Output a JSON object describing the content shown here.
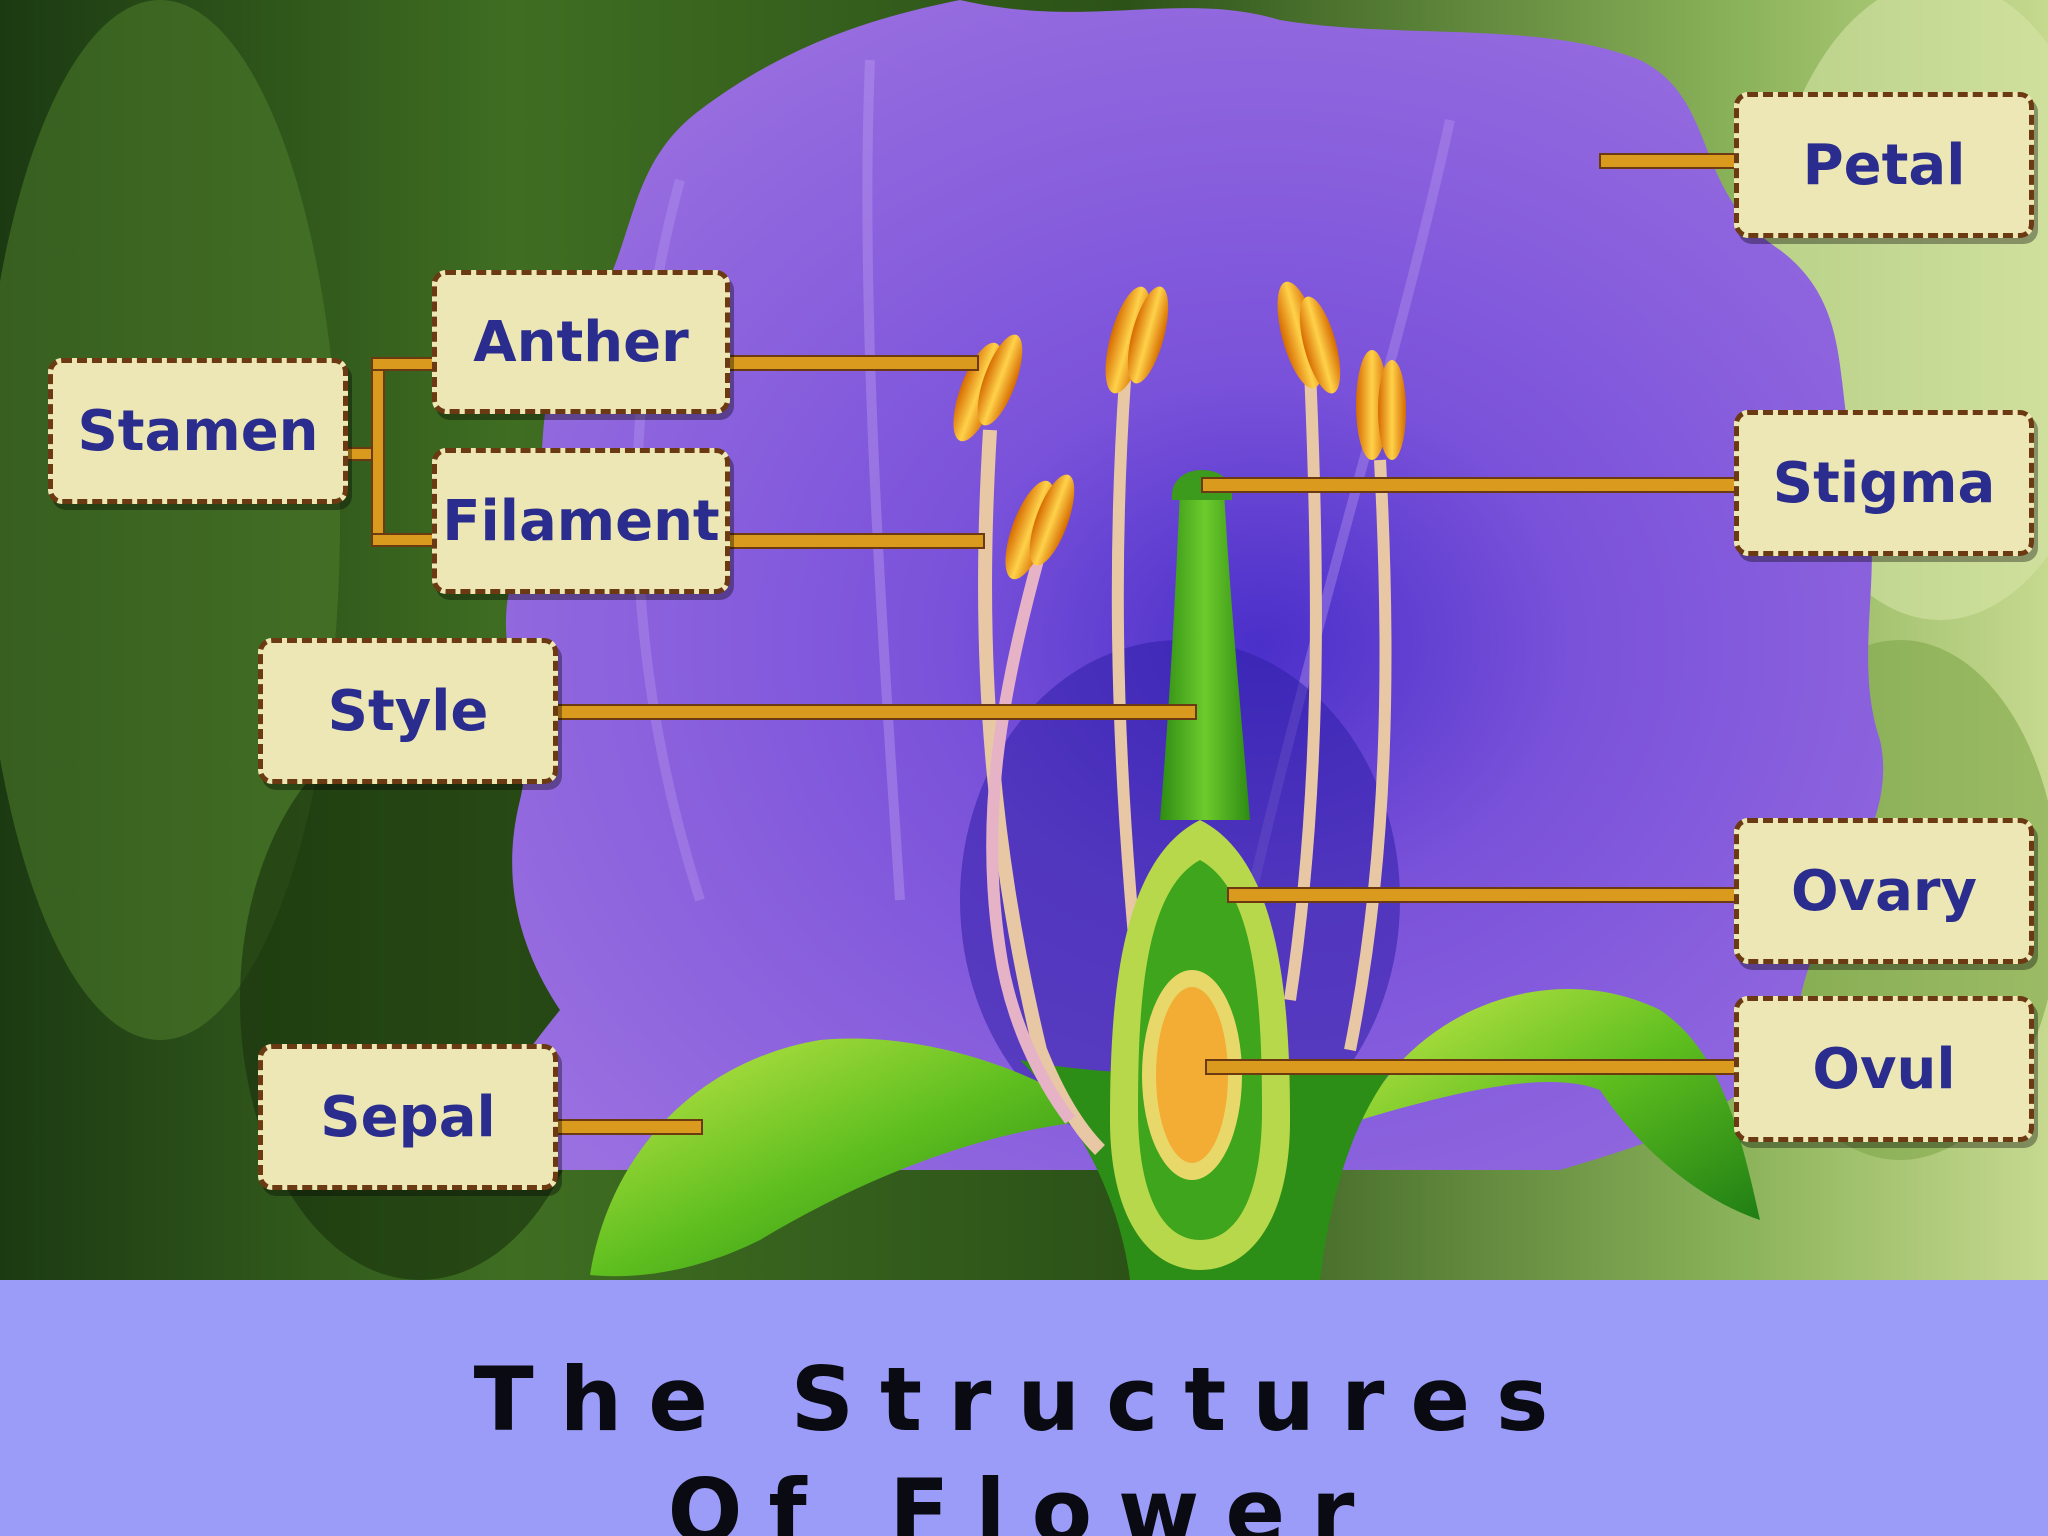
{
  "labels": {
    "petal": "Petal",
    "anther": "Anther",
    "stamen": "Stamen",
    "filament": "Filament",
    "stigma": "Stigma",
    "style": "Style",
    "ovary": "Ovary",
    "ovul": "Ovul",
    "sepal": "Sepal"
  },
  "title": "The Structures Of Flower",
  "colors": {
    "label_fill": "#ece7b4",
    "label_border": "#6b3a12",
    "label_text": "#2a2d8e",
    "leader_line": "#d99a1e",
    "petal": "#8a5ad8",
    "footer": "#9b9cf7"
  }
}
